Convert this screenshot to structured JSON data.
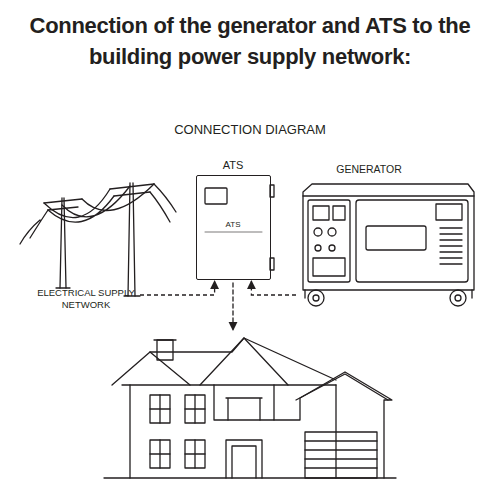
{
  "diagram": {
    "title": "Connection of the generator and ATS to the building power supply network:",
    "nodes": [
      {
        "text": [
          "ELECTRICAL SUPPLY NETWORK"
        ]
      },
      {
        "text": [
          "ATS",
          "ATS"
        ]
      },
      {
        "text": [
          "GENERATOR"
        ]
      }
    ],
    "edges": [
      {
        "from": 0,
        "to": 1,
        "arrow": "to"
      },
      {
        "from": 2,
        "to": 1,
        "arrow": "to"
      }
    ],
    "labels": [
      "CONNECTION DIAGRAM"
    ]
  }
}
